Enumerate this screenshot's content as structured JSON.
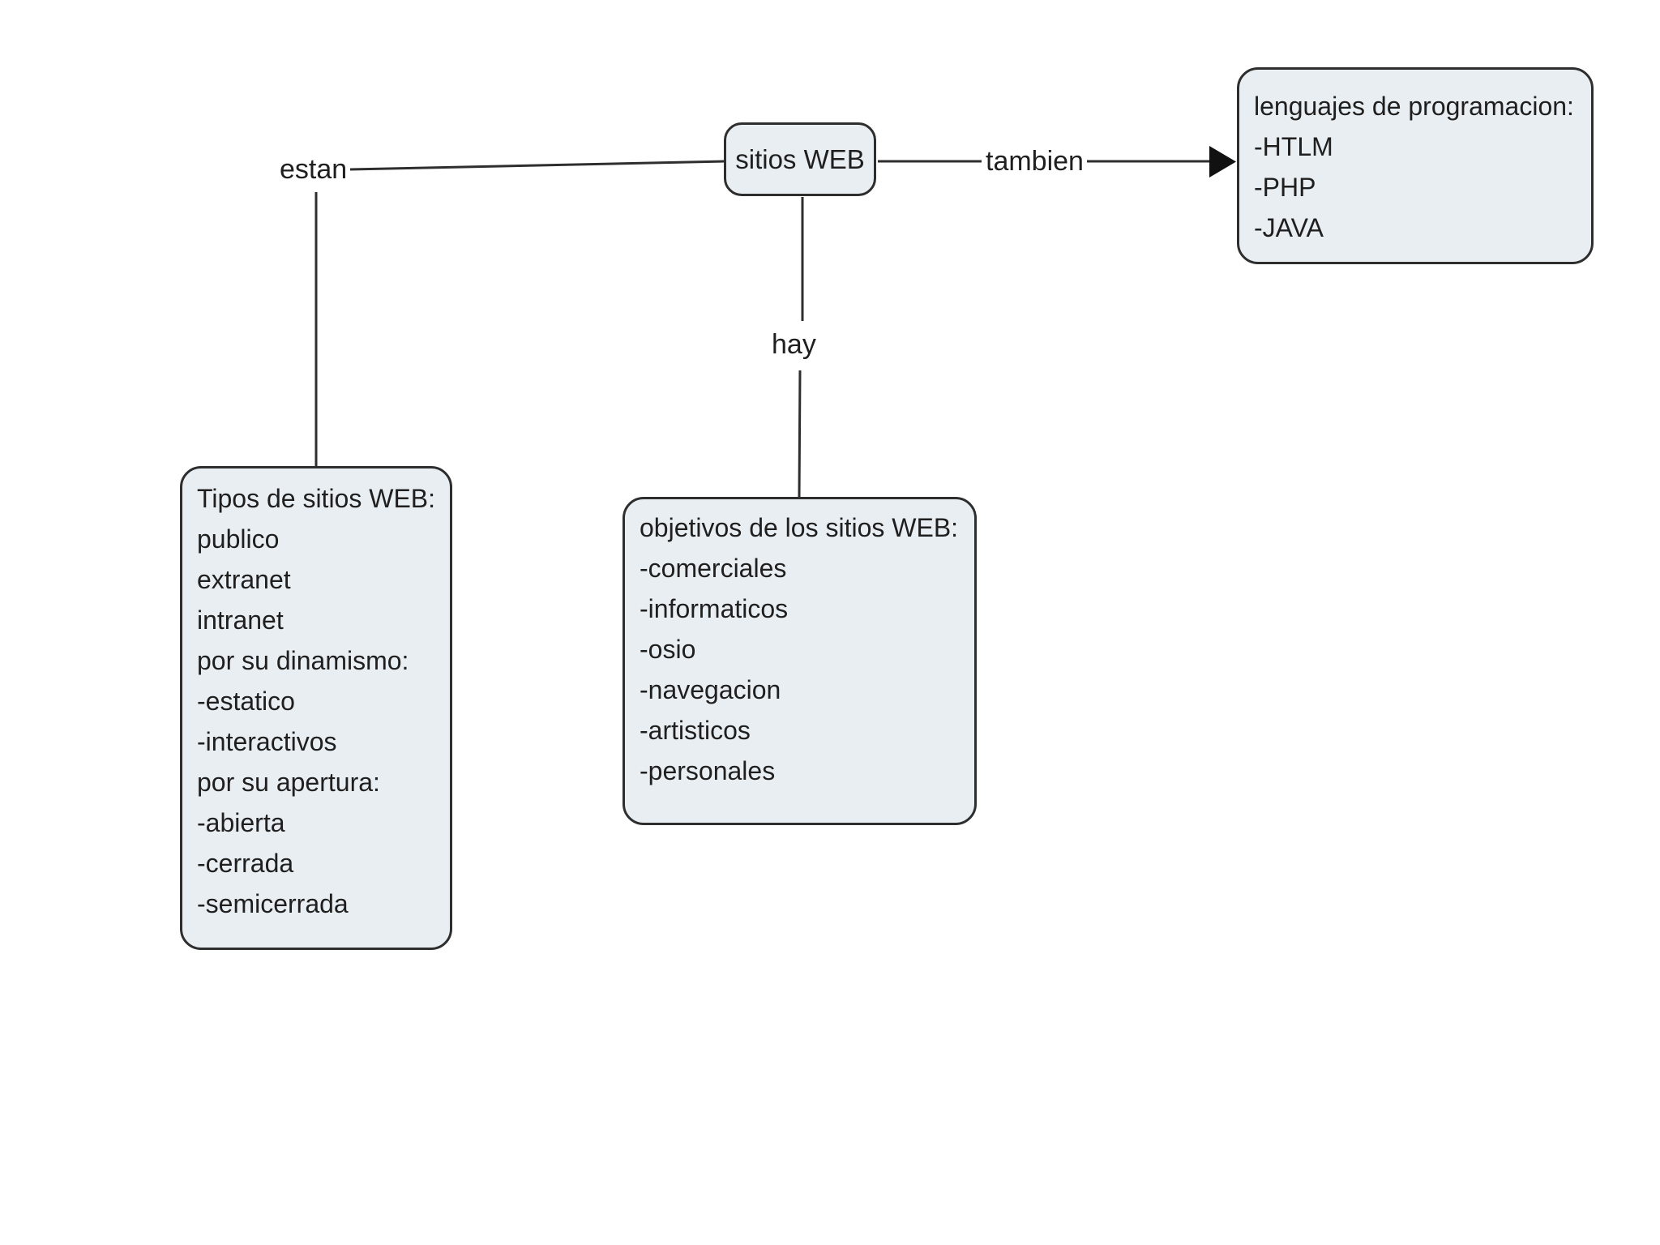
{
  "diagram": {
    "root": {
      "label": "sitios WEB"
    },
    "links": {
      "estan": "estan",
      "hay": "hay",
      "tambien": "tambien"
    },
    "boxes": {
      "tipos": {
        "lines": [
          "Tipos de sitios WEB:",
          "publico",
          "extranet",
          "intranet",
          "por su dinamismo:",
          "-estatico",
          "-interactivos",
          "por su apertura:",
          "-abierta",
          "-cerrada",
          "-semicerrada"
        ]
      },
      "objetivos": {
        "lines": [
          "objetivos de los sitios WEB:",
          "-comerciales",
          "-informaticos",
          "-osio",
          "-navegacion",
          "-artisticos",
          "-personales"
        ]
      },
      "lenguajes": {
        "lines": [
          "lenguajes de programacion:",
          "-HTLM",
          "-PHP",
          "-JAVA"
        ]
      }
    },
    "colors": {
      "background": "#ffffff",
      "node_fill": "#e9eef2",
      "node_border": "#2e2e2e",
      "connector": "#2e2e2e",
      "text": "#1f1f1f"
    }
  }
}
